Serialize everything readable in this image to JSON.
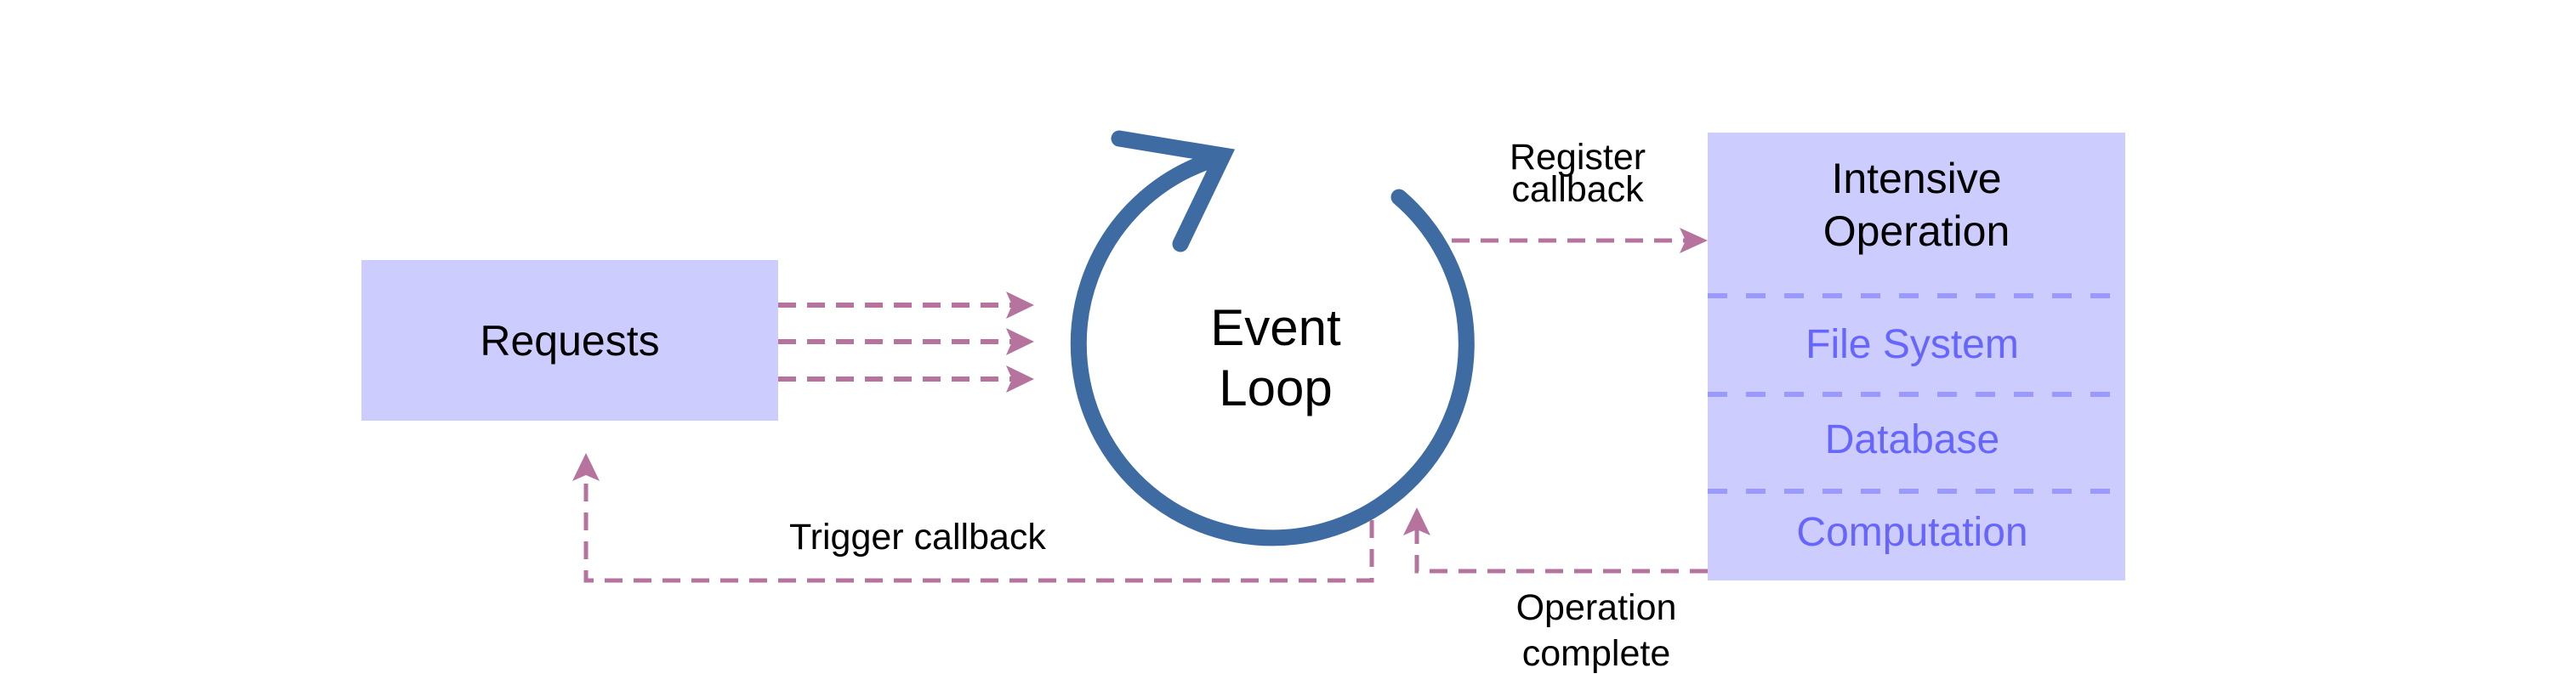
{
  "diagram": {
    "title": "Event Loop",
    "colors": {
      "box_fill": "#ccccff",
      "divider": "#9999ff",
      "sub_label": "#6666ff",
      "loop_stroke": "#3f6ba3",
      "connector": "#b5739d",
      "text": "#000000"
    },
    "nodes": {
      "requests": {
        "label": "Requests"
      },
      "event_loop": {
        "line1": "Event",
        "line2": "Loop"
      },
      "intensive": {
        "line1": "Intensive",
        "line2": "Operation",
        "sections": [
          {
            "label": "File System"
          },
          {
            "label": "Database"
          },
          {
            "label": "Computation"
          }
        ]
      }
    },
    "edges": {
      "requests_to_loop": {
        "count": 3,
        "style": "dashed"
      },
      "register_callback": {
        "line1": "Register",
        "line2": "callback"
      },
      "operation_complete": {
        "line1": "Operation",
        "line2": "complete"
      },
      "trigger_callback": {
        "label": "Trigger callback"
      }
    }
  }
}
